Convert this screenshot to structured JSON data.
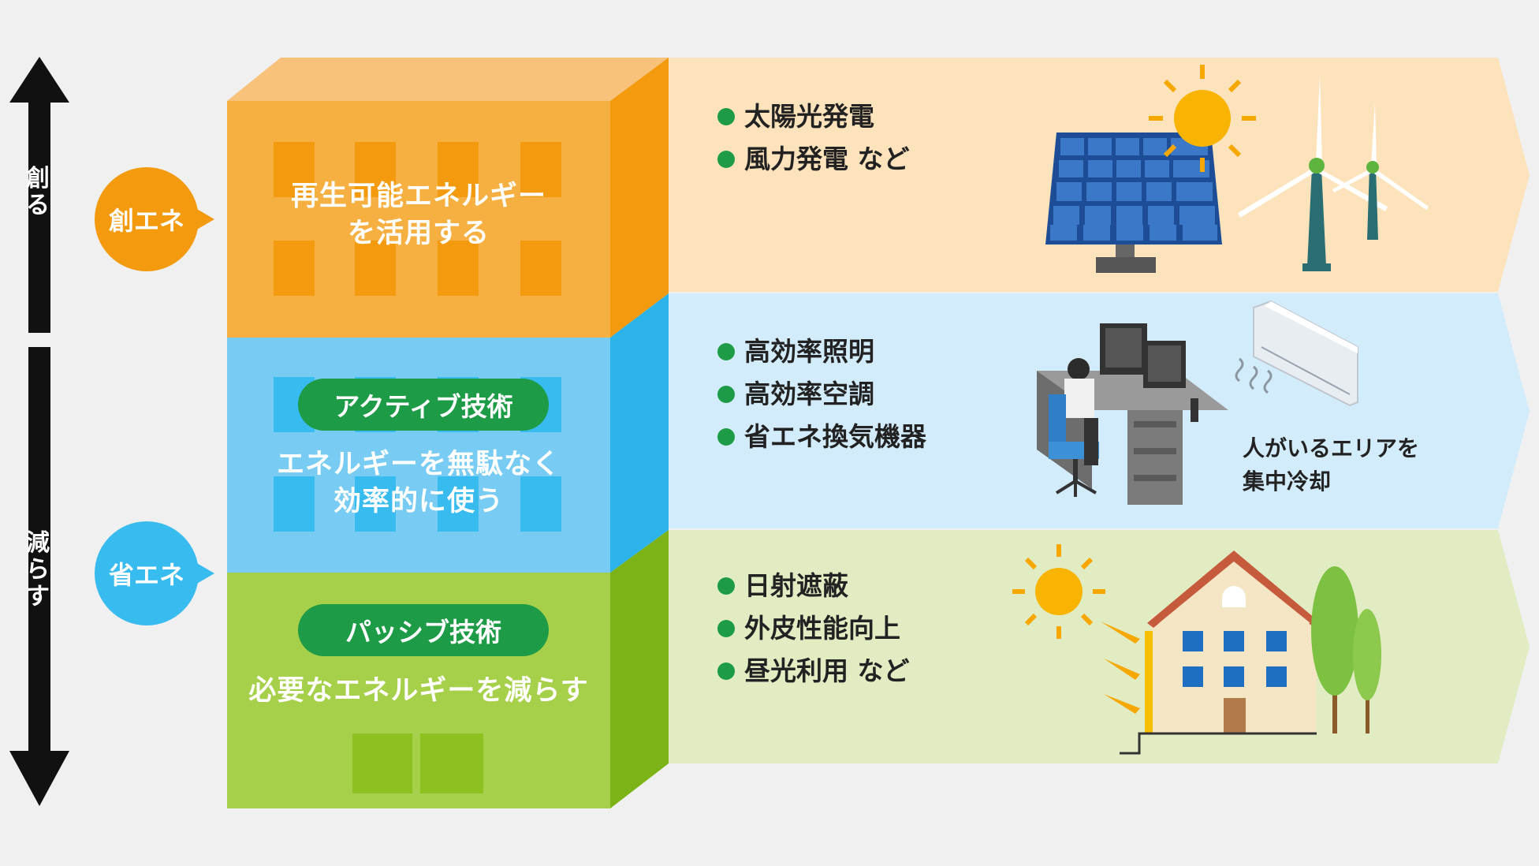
{
  "scale": {
    "create_label": "創る",
    "reduce_label": "減らす"
  },
  "bubbles": {
    "create": "創エネ",
    "save": "省エネ"
  },
  "building": {
    "create_text": [
      "再生可能エネルギー",
      "を活用する"
    ],
    "active_pill": "アクティブ技術",
    "active_text": [
      "エネルギーを無駄なく",
      "効率的に使う"
    ],
    "passive_pill": "パッシブ技術",
    "passive_text": "必要なエネルギーを減らす"
  },
  "panels": {
    "create": {
      "items": [
        "太陽光発電",
        "風力発電 など"
      ],
      "icons": [
        "solar-panel-icon",
        "sun-icon",
        "wind-turbine-icon"
      ]
    },
    "active": {
      "items": [
        "高効率照明",
        "高効率空調",
        "省エネ換気機器"
      ],
      "note": [
        "人がいるエリアを",
        "集中冷却"
      ],
      "icons": [
        "office-worker-icon",
        "air-conditioner-icon"
      ]
    },
    "passive": {
      "items": [
        "日射遮蔽",
        "外皮性能向上",
        "昼光利用 など"
      ],
      "icons": [
        "sun-icon",
        "house-icon",
        "tree-icon"
      ]
    }
  },
  "colors": {
    "orange": "#f39a0e",
    "orange_light": "#fde3bb",
    "blue": "#38bbef",
    "blue_light": "#d3ecfb",
    "green": "#8cc11f",
    "green_light": "#e1ecc3",
    "pill_green": "#1d9b46"
  }
}
